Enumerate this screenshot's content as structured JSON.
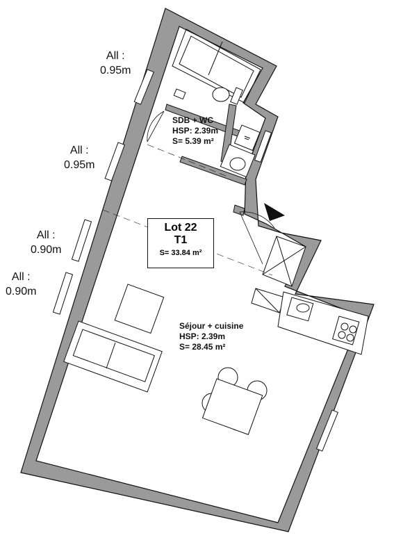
{
  "lot": {
    "title": "Lot 22",
    "type": "T1",
    "surface": "S= 33.84 m²"
  },
  "rooms": {
    "bathroom": {
      "name": "SDB + WC",
      "height": "HSP: 2.39m",
      "surface": "S= 5.39 m²"
    },
    "living": {
      "name": "Séjour + cuisine",
      "height": "HSP: 2.39m",
      "surface": "S= 28.45 m²"
    }
  },
  "window_allowances": [
    {
      "label": "All :",
      "value": "0.95m"
    },
    {
      "label": "All :",
      "value": "0.95m"
    },
    {
      "label": "All :",
      "value": "0.90m"
    },
    {
      "label": "All :",
      "value": "0.90m"
    }
  ],
  "colors": {
    "wall": "#9a9a9a",
    "line": "#111111",
    "background": "#ffffff"
  }
}
